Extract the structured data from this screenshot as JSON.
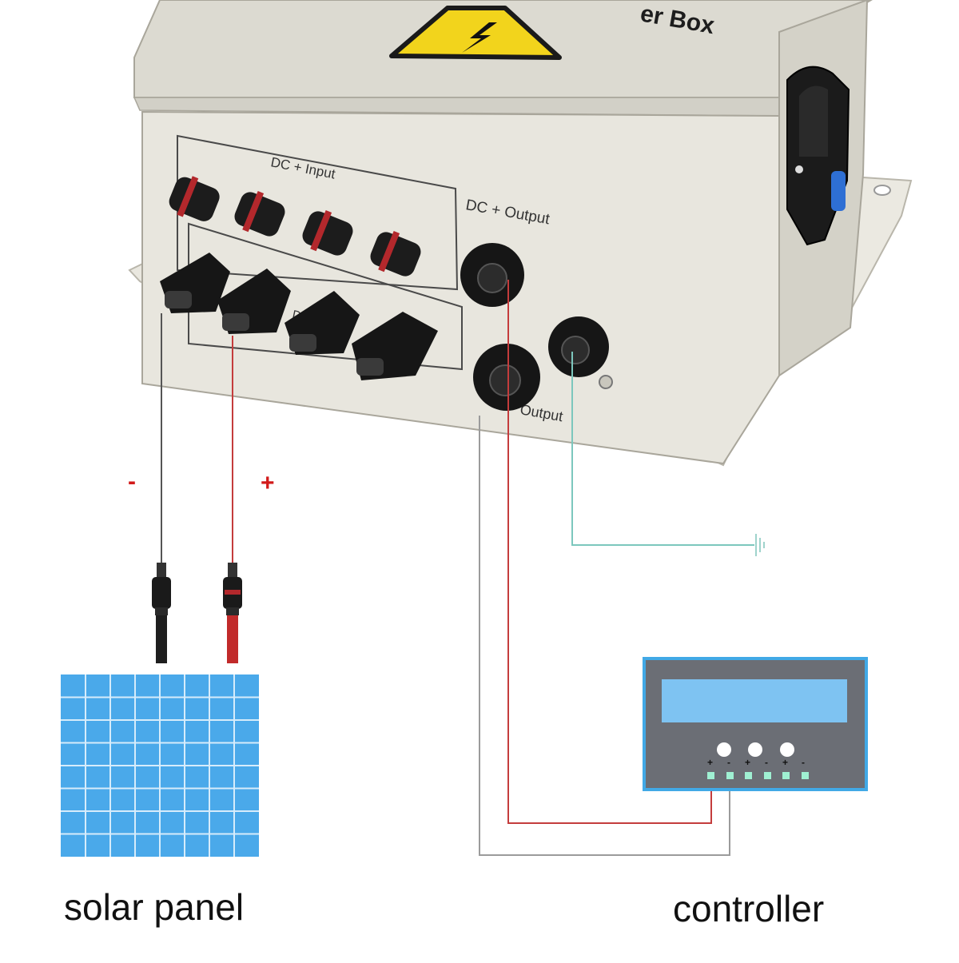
{
  "combiner_box": {
    "title_partial": "er Box",
    "input_label": "DC + Input",
    "output_plus_label": "DC + Output",
    "input_minus_label": "DC",
    "output_minus_label": "Output"
  },
  "wiring": {
    "minus_sign": "-",
    "plus_sign": "+"
  },
  "solar_panel": {
    "caption": "solar panel"
  },
  "controller": {
    "caption": "controller",
    "terminal_signs": [
      "+",
      "-",
      "+",
      "-",
      "+",
      "-"
    ]
  },
  "icons": {
    "warning": "high-voltage-warning-icon",
    "ground": "ground-symbol-icon",
    "switch": "isolator-switch-handle"
  },
  "colors": {
    "box_body": "#e7e5dc",
    "warning_yellow": "#f2d41c",
    "panel_blue": "#4aa9ea",
    "controller_gray": "#6b6e75",
    "controller_border": "#41a9e6",
    "lcd_blue": "#7ec3f2",
    "wire_red": "#c43c3c",
    "wire_gray": "#9b9b9b",
    "wire_teal": "#7cc7bd"
  }
}
